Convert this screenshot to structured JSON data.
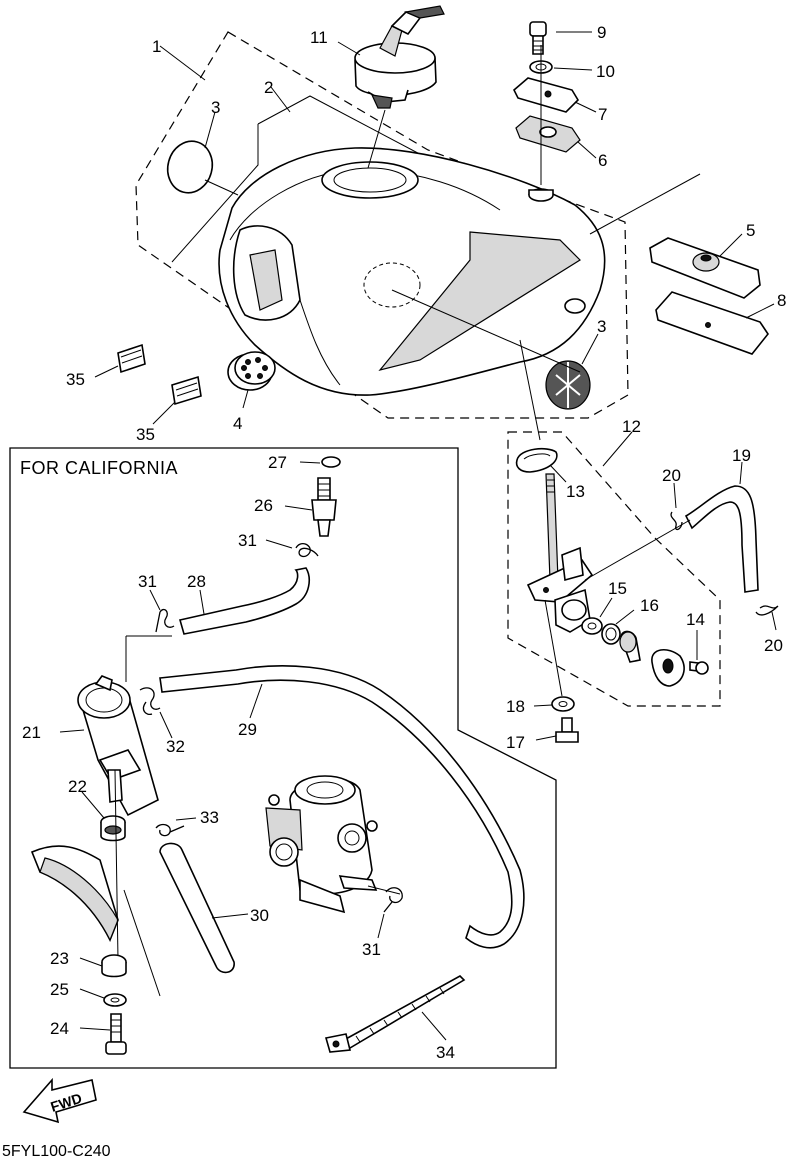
{
  "diagram": {
    "california_label": "FOR CALIFORNIA",
    "fwd_label": "FWD",
    "code": "5FYL100-C240",
    "callouts": {
      "c1": "1",
      "c2": "2",
      "c3a": "3",
      "c3b": "3",
      "c4": "4",
      "c5": "5",
      "c6": "6",
      "c7": "7",
      "c8": "8",
      "c9": "9",
      "c10": "10",
      "c11": "11",
      "c12": "12",
      "c13": "13",
      "c14": "14",
      "c15": "15",
      "c16": "16",
      "c17": "17",
      "c18": "18",
      "c19": "19",
      "c20a": "20",
      "c20b": "20",
      "c21": "21",
      "c22": "22",
      "c23": "23",
      "c24": "24",
      "c25": "25",
      "c26": "26",
      "c27": "27",
      "c28": "28",
      "c29": "29",
      "c30": "30",
      "c31a": "31",
      "c31b": "31",
      "c31c": "31",
      "c32": "32",
      "c33": "33",
      "c34": "34",
      "c35a": "35",
      "c35b": "35"
    }
  }
}
